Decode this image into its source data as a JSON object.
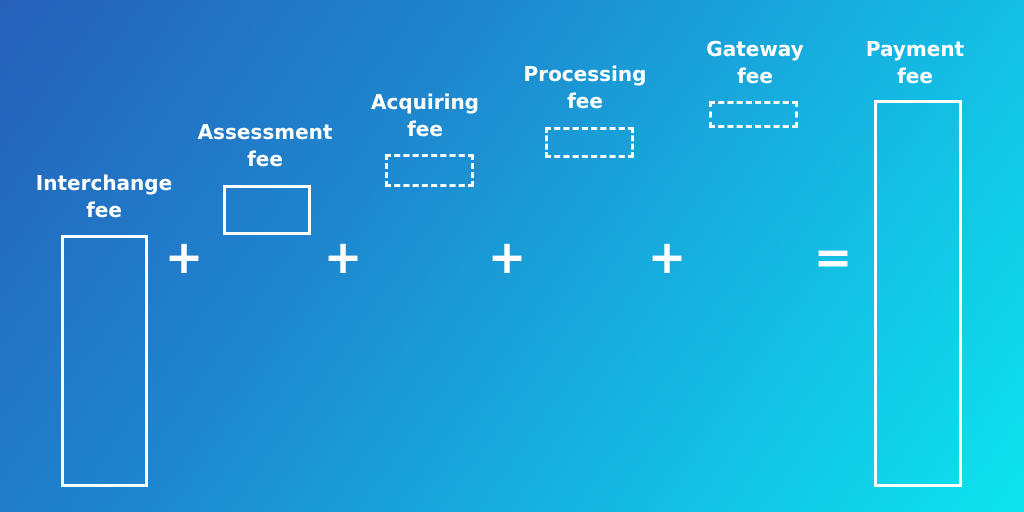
{
  "components": [
    {
      "line1": "Interchange",
      "line2": "fee"
    },
    {
      "line1": "Assessment",
      "line2": "fee"
    },
    {
      "line1": "Acquiring",
      "line2": "fee"
    },
    {
      "line1": "Processing",
      "line2": "fee"
    },
    {
      "line1": "Gateway",
      "line2": "fee"
    }
  ],
  "result": {
    "line1": "Payment",
    "line2": "fee"
  },
  "operators": {
    "plus": "+",
    "equals": "="
  },
  "colors": {
    "gradient_start": "#2660BA",
    "gradient_end": "#0CE4EE",
    "foreground": "#FFFFFF"
  }
}
